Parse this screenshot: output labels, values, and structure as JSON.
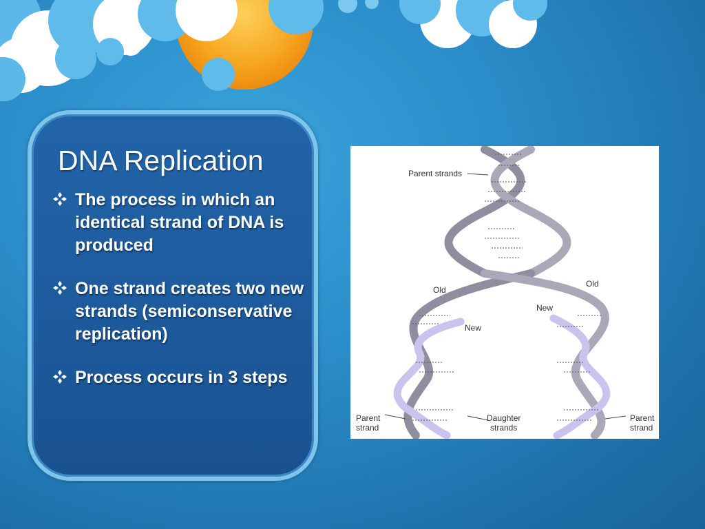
{
  "slide": {
    "title": "DNA Replication",
    "bullets": [
      "The process in which an identical strand of DNA is produced",
      "One strand creates two new strands (semiconservative replication)",
      "Process occurs in 3 steps"
    ],
    "bullet_icon": "diamond-bullet-icon"
  },
  "figure": {
    "labels": {
      "parent_strands": "Parent strands",
      "old_left": "Old",
      "old_right": "Old",
      "new_left": "New",
      "new_right": "New",
      "parent_left": "Parent\nstrand",
      "daughter": "Daughter\nstrands",
      "parent_right": "Parent\nstrand"
    }
  },
  "colors": {
    "background": "#2a8cc8",
    "panel": "#1d5a9c",
    "panel_border": "#7fc4ea",
    "sun": "#f5a01a",
    "cloud": "#ffffff",
    "parent_strand": "#9a9aaa",
    "new_strand": "#c9c4ee"
  }
}
